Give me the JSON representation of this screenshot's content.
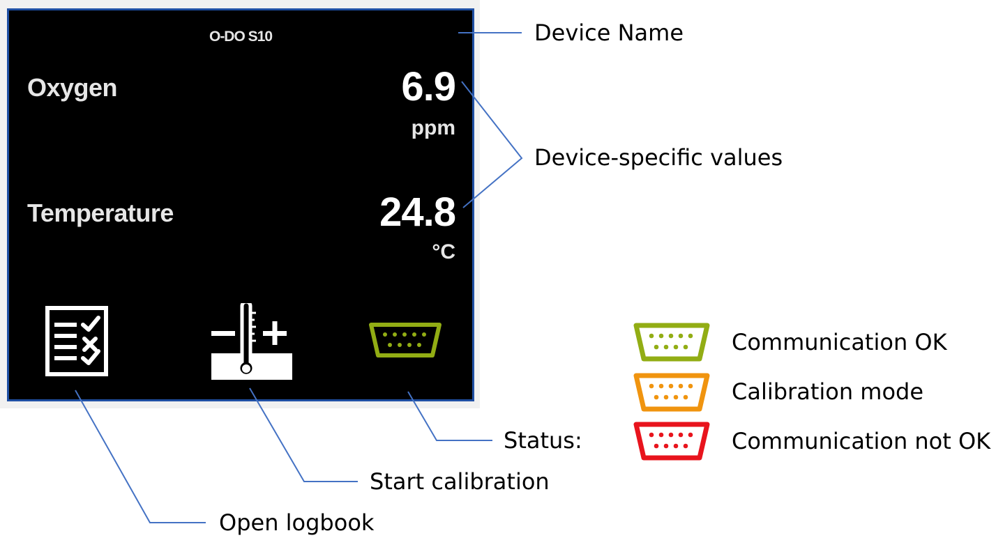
{
  "device": {
    "name": "O-DO S10",
    "readings": [
      {
        "label": "Oxygen",
        "value": "6.9",
        "unit": "ppm"
      },
      {
        "label": "Temperature",
        "value": "24.8",
        "unit": "°C"
      }
    ]
  },
  "annotations": {
    "device_name": "Device Name",
    "device_values": "Device-specific values",
    "open_logbook": "Open logbook",
    "start_calibration": "Start calibration",
    "status": "Status:"
  },
  "legend": [
    {
      "label": "Communication OK",
      "color": "#92ad14",
      "icon": "serial-port-icon"
    },
    {
      "label": "Calibration mode",
      "color": "#f0940f",
      "icon": "serial-port-icon"
    },
    {
      "label": "Communication not OK",
      "color": "#e8141d",
      "icon": "serial-port-icon"
    }
  ],
  "colors": {
    "panel_background": "#000000",
    "panel_border": "#1f4fa3",
    "leader_line": "#4472c4",
    "status_ok": "#92ad14"
  },
  "icons": {
    "logbook": "logbook-icon",
    "calibration": "calibration-icon",
    "status": "serial-port-icon"
  }
}
